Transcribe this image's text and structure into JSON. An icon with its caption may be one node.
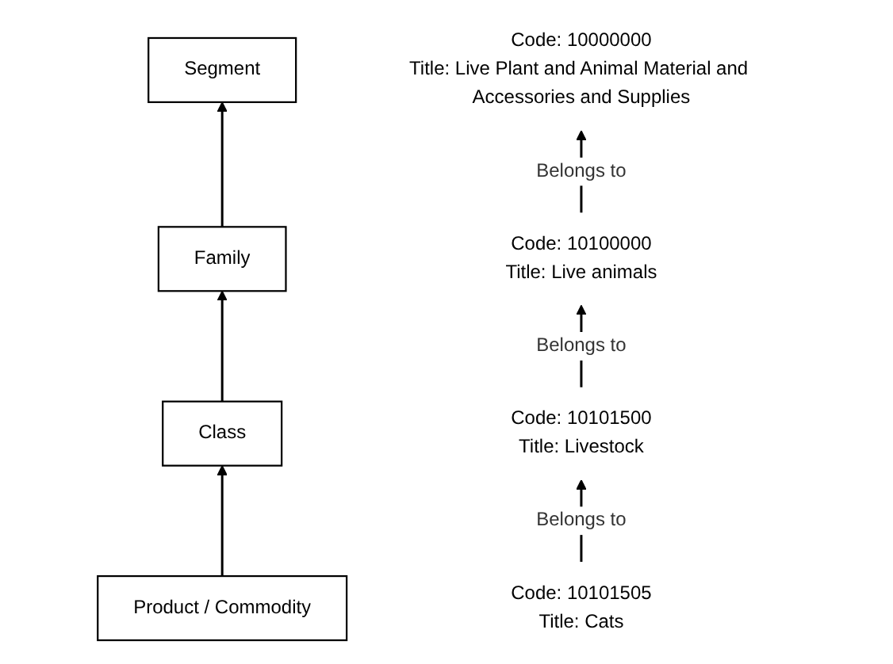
{
  "diagram": {
    "nodes": [
      {
        "text": [
          "Segment"
        ]
      },
      {
        "text": [
          "Family"
        ]
      },
      {
        "text": [
          "Class"
        ]
      },
      {
        "text": [
          "Product / Commodity"
        ]
      },
      {
        "text": [
          "Code: 10000000",
          "Title: Live Plant and Animal Material and Accessories and Supplies"
        ]
      },
      {
        "text": [
          "Code: 10100000",
          "Title: Live animals"
        ]
      },
      {
        "text": [
          "Code: 10101500",
          "Title: Livestock"
        ]
      },
      {
        "text": [
          "Code: 10101505",
          "Title: Cats"
        ]
      }
    ],
    "edges": [
      {
        "from": 1,
        "to": 0,
        "arrow": "to"
      },
      {
        "from": 2,
        "to": 1,
        "arrow": "to"
      },
      {
        "from": 3,
        "to": 2,
        "arrow": "to"
      },
      {
        "from": 5,
        "to": 4,
        "arrow": "to",
        "label": "Belongs to"
      },
      {
        "from": 6,
        "to": 5,
        "arrow": "to",
        "label": "Belongs to"
      },
      {
        "from": 7,
        "to": 6,
        "arrow": "to",
        "label": "Belongs to"
      }
    ]
  }
}
